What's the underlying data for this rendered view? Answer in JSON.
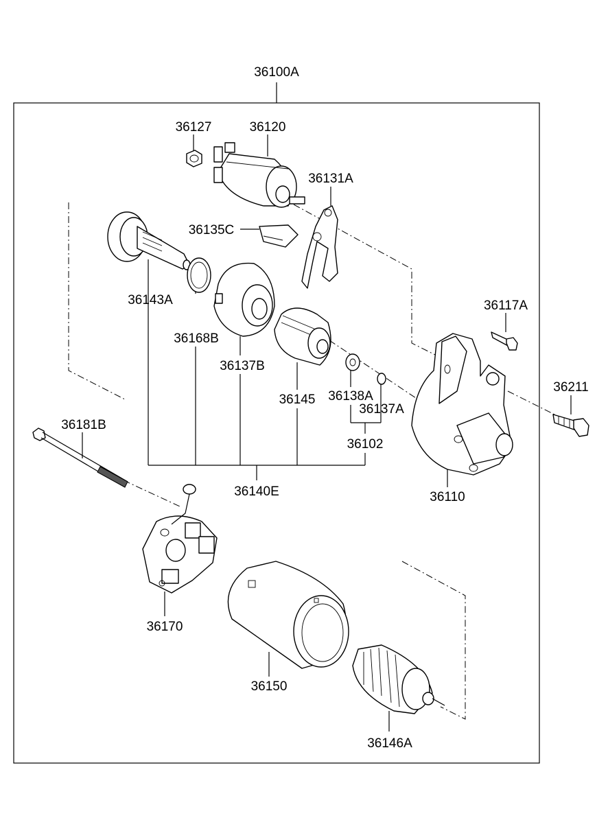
{
  "labels": {
    "p36100A": "36100A",
    "p36127": "36127",
    "p36120": "36120",
    "p36131A": "36131A",
    "p36135C": "36135C",
    "p36143A": "36143A",
    "p36168B": "36168B",
    "p36137B": "36137B",
    "p36145": "36145",
    "p36138A": "36138A",
    "p36137A": "36137A",
    "p36102": "36102",
    "p36117A": "36117A",
    "p36211": "36211",
    "p36181B": "36181B",
    "p36140E": "36140E",
    "p36110": "36110",
    "p36170": "36170",
    "p36150": "36150",
    "p36146A": "36146A"
  }
}
